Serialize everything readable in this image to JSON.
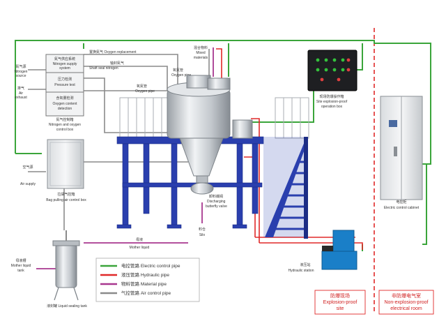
{
  "nitrogen_box": {
    "row1_cn": "氮气供应系统",
    "row1_en1": "Nitrogen supply",
    "row1_en2": "system",
    "row2_cn": "压力检测",
    "row2_en": "Pressure test",
    "row3_cn": "含氧量检测",
    "row3_en1": "Oxygen content",
    "row3_en2": "detection",
    "caption_cn": "氮气控制箱",
    "caption_en1": "Nitrogen and oxygen",
    "caption_en2": "control box"
  },
  "left_labels": {
    "n2_source_cn": "氮气源",
    "n2_source_en1": "Nitrogen",
    "n2_source_en2": "source",
    "exhaust_cn": "排气",
    "exhaust_en1": "Air",
    "exhaust_en2": "exhaust",
    "air_supply_cn": "空气源",
    "air_supply_en": "Air supply",
    "bag_box_cn": "拉袋气控箱",
    "bag_box_en": "Bag pulling air control box",
    "mother_tank_cn": "母液槽",
    "mother_tank_en1": "Mother liquid",
    "mother_tank_en2": "tank",
    "sealing_tank_cn": "液封罐",
    "sealing_tank_en": "Liquid sealing tank"
  },
  "top_labels": {
    "oxygen_replacement": "置换氮气 Oxygen replacement",
    "shaft_seal": "轴封氮气",
    "shaft_seal_en": "Shaft seal nitrogen",
    "oxygen_pipe_cn": "氧氮管",
    "oxygen_pipe_en": "Oxygen pipe",
    "oxygen_pipe2_cn": "氧氮管",
    "oxygen_pipe2_en": "Oxygen pipe",
    "mixed_cn": "混合物料",
    "mixed_en1": "Mixed",
    "mixed_en2": "materials"
  },
  "center_labels": {
    "butterfly_cn": "卸料蝶阀",
    "butterfly_en1": "Discharging",
    "butterfly_en2": "butterfly valve",
    "silo_cn": "料仓",
    "silo_en": "Silo",
    "mother_liquid_cn": "母液",
    "mother_liquid_en": "Mother liquid"
  },
  "right_labels": {
    "site_box_cn": "现场防爆操作箱",
    "site_box_en1": "Site explosion-proof",
    "site_box_en2": "operation box",
    "cabinet_cn": "电控柜",
    "cabinet_en": "Electric control cabinet",
    "hydraulic_cn": "液压站",
    "hydraulic_en": "Hydraulic station"
  },
  "legend": {
    "items": [
      {
        "cn": "电控管路",
        "en": "Electric control pipe",
        "color": "#3aa53a"
      },
      {
        "cn": "液压管路",
        "en": "Hydraulic pipe",
        "color": "#e02828"
      },
      {
        "cn": "物料管路",
        "en": "Material pipe",
        "color": "#a8378f"
      },
      {
        "cn": "气控管路",
        "en": "Air control pipe",
        "color": "#8a8a8a"
      }
    ]
  },
  "zones": {
    "site_cn": "防爆现场",
    "site_en1": "Explosion-proof",
    "site_en2": "site",
    "room_cn": "非防爆电气室",
    "room_en1": "Non-explosion-proof",
    "room_en2": "electrical room"
  },
  "colors": {
    "electric": "#3aa53a",
    "hydraulic": "#e02828",
    "material": "#a8378f",
    "air": "#8a8a8a",
    "frame_blue": "#2a3fae",
    "steel": "#c9cdd2"
  }
}
